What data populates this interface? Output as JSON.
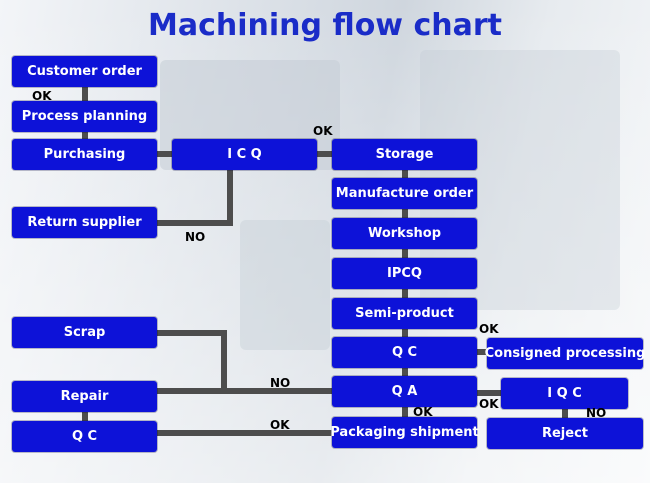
{
  "title": "Machining flow chart",
  "nodes": {
    "customer_order": "Customer order",
    "process_planning": "Process planning",
    "purchasing": "Purchasing",
    "icq": "I C Q",
    "return_supplier": "Return supplier",
    "storage": "Storage",
    "manufacture_order": "Manufacture order",
    "workshop": "Workshop",
    "ipcq": "IPCQ",
    "semi_product": "Semi-product",
    "qc_center": "Q C",
    "qa": "Q A",
    "packaging_shipment": "Packaging shipment",
    "scrap": "Scrap",
    "repair": "Repair",
    "qc_left": "Q C",
    "consigned_processing": "Consigned processing",
    "iqc": "I Q C",
    "reject": "Reject"
  },
  "labels": {
    "ok_order": "OK",
    "ok_icq": "OK",
    "no_icq": "NO",
    "no_qa": "NO",
    "ok_qc_left": "OK",
    "ok_qa_down": "OK",
    "ok_qc_consigned": "OK",
    "ok_qa_iqc": "OK",
    "no_iqc": "NO"
  }
}
